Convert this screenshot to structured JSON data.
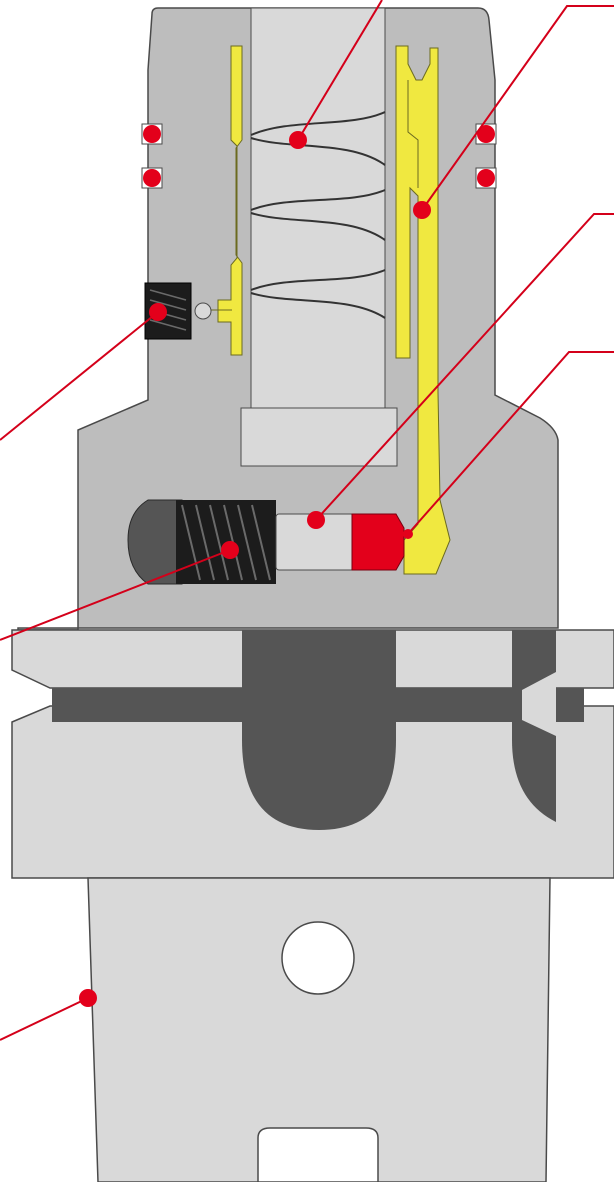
{
  "colors": {
    "body": "#bdbdbd",
    "body_light": "#d9d9d9",
    "outline": "#4a4a4a",
    "dark": "#555555",
    "black": "#1c1c1c",
    "yellow": "#f0e840",
    "red": "#e3001b",
    "white": "#ffffff",
    "leader": "#d4001a"
  },
  "callouts": [
    {
      "id": "coolant-bore"
    },
    {
      "id": "clamping-sleeve"
    },
    {
      "id": "sealing-rings"
    },
    {
      "id": "side-set-screw"
    },
    {
      "id": "pressure-pin"
    },
    {
      "id": "sealing-piston"
    },
    {
      "id": "actuation-screw"
    },
    {
      "id": "hsk-taper"
    }
  ]
}
